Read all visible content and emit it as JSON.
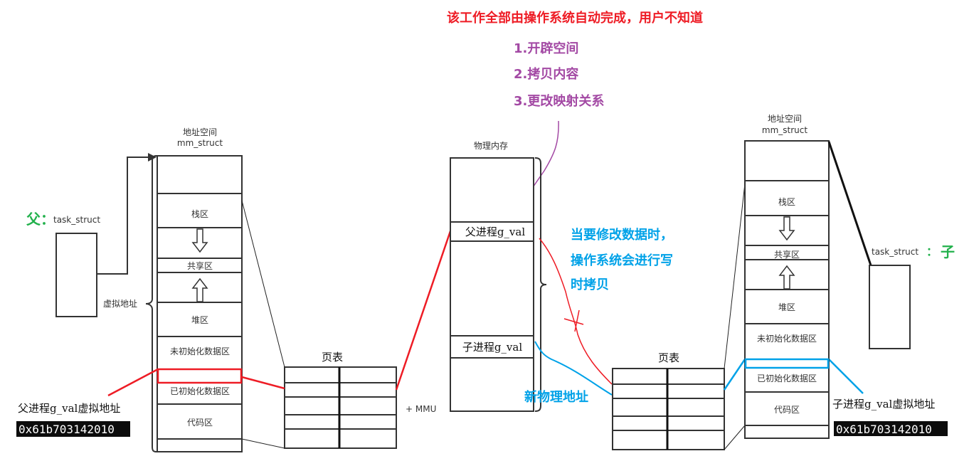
{
  "header": {
    "title": "该工作全部由操作系统自动完成，用户不知道"
  },
  "steps": [
    "1.开辟空间",
    "2.拷贝内容",
    "3.更改映射关系"
  ],
  "cow_note": [
    "当要修改数据时，",
    "操作系统会进行写",
    "时拷贝"
  ],
  "new_phys_label": "新物理地址",
  "mmu_label": "+ MMU",
  "parent": {
    "tag": "父：",
    "task_struct": "task_struct",
    "vaddr_brace": "虚拟地址",
    "mm_title": "地址空间",
    "mm_sub": "mm_struct",
    "segments": [
      "栈区",
      "共享区",
      "堆区",
      "未初始化数据区",
      "已初始化数据区",
      "代码区"
    ],
    "gval_label": "父进程g_val虚拟地址",
    "gval_addr": "0x61b703142010",
    "page_table": "页表"
  },
  "child": {
    "tag": "子",
    "colon": "：",
    "task_struct": "task_struct",
    "mm_title": "地址空间",
    "mm_sub": "mm_struct",
    "segments": [
      "栈区",
      "共享区",
      "堆区",
      "未初始化数据区",
      "已初始化数据区",
      "代码区"
    ],
    "gval_label": "子进程g_val虚拟地址",
    "gval_addr": "0x61b703142010",
    "page_table": "页表"
  },
  "physical": {
    "title": "物理内存",
    "parent_cell": "父进程g_val",
    "child_cell": "子进程g_val"
  },
  "colors": {
    "red": "#ee1c25",
    "blue": "#00a2e8",
    "purple": "#a349a4",
    "green": "#22b14c"
  }
}
